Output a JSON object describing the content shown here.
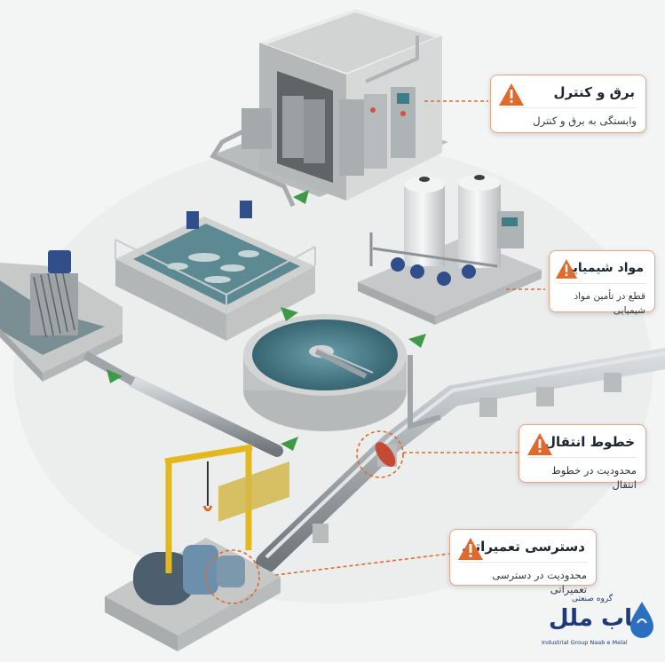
{
  "callouts": [
    {
      "id": "power",
      "title": "برق و کنترل",
      "desc": "وابستگی به برق و کنترل"
    },
    {
      "id": "chem",
      "title": "مواد شیمیایی",
      "desc": "قطع در تأمین مواد شیمیایی"
    },
    {
      "id": "pipe",
      "title": "خطوط انتقال",
      "desc": "محدودیت در خطوط انتقال"
    },
    {
      "id": "maint",
      "title": "دسترسی تعمیراتی",
      "desc": "محدودیت در دسترسی تعمیراتی"
    }
  ],
  "logo": {
    "brand": "ناب ملل",
    "group": "گروه صنعتی",
    "english": "Industrial Group Naab e Melal"
  },
  "colors": {
    "accent": "#e06a2c",
    "arrow": "#3f9a48",
    "water": "#3d6f7d",
    "concrete": "#c9cbcb",
    "pipe": "#9ea4a8",
    "crane": "#e2b81c",
    "brand": "#1e3a7a"
  }
}
